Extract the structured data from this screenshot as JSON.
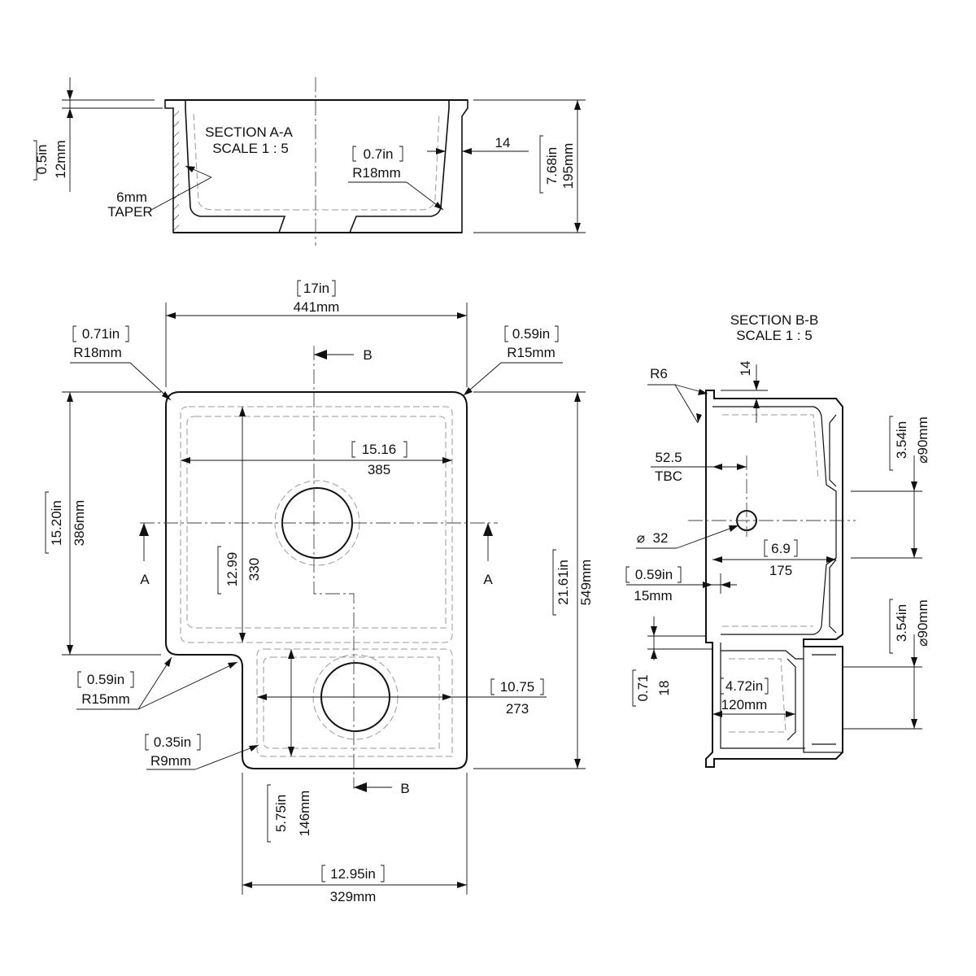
{
  "section_aa": {
    "title": "SECTION A-A",
    "scale": "SCALE 1 : 5",
    "rim_in": "0.5in",
    "rim_mm": "12mm",
    "taper_value": "6mm",
    "taper_label": "TAPER",
    "radius_in": "0.7in",
    "radius_mm": "R18mm",
    "wall": "14",
    "height_in": "7.68in",
    "height_mm": "195mm"
  },
  "plan": {
    "width_in": "17in",
    "width_mm": "441mm",
    "corner_tl_in": "0.71in",
    "corner_tl_mm": "R18mm",
    "corner_tr_in": "0.59in",
    "corner_tr_mm": "R15mm",
    "inner_width_in": "15.16",
    "inner_width_mm": "385",
    "main_depth_in": "15.20in",
    "main_depth_mm": "386mm",
    "bowl_depth_in": "12.99",
    "bowl_depth_mm": "330",
    "total_depth_in": "21.61in",
    "total_depth_mm": "549mm",
    "notch_in": "0.59in",
    "notch_mm": "R15mm",
    "second_width_in": "10.75",
    "second_width_mm": "273",
    "corner_bl_in": "0.35in",
    "corner_bl_mm": "R9mm",
    "second_depth_in": "5.75in",
    "second_depth_mm": "146mm",
    "bottom_width_in": "12.95in",
    "bottom_width_mm": "329mm",
    "cut_a": "A",
    "cut_b": "B"
  },
  "section_bb": {
    "title": "SECTION B-B",
    "scale": "SCALE 1 : 5",
    "radius": "R6",
    "wall": "14",
    "offset_value": "52.5",
    "offset_note": "TBC",
    "hole": "32",
    "hole_symbol": "⌀",
    "waste1_in": "3.54in",
    "waste1_mm": "⌀90mm",
    "waste2_in": "3.54in",
    "waste2_mm": "⌀90mm",
    "depth_in": "6.9",
    "depth_mm": "175",
    "step_in": "0.59in",
    "step_mm": "15mm",
    "ledge_in": "0.71",
    "ledge_mm": "18",
    "lower_in": "4.72in",
    "lower_mm": "120mm"
  }
}
